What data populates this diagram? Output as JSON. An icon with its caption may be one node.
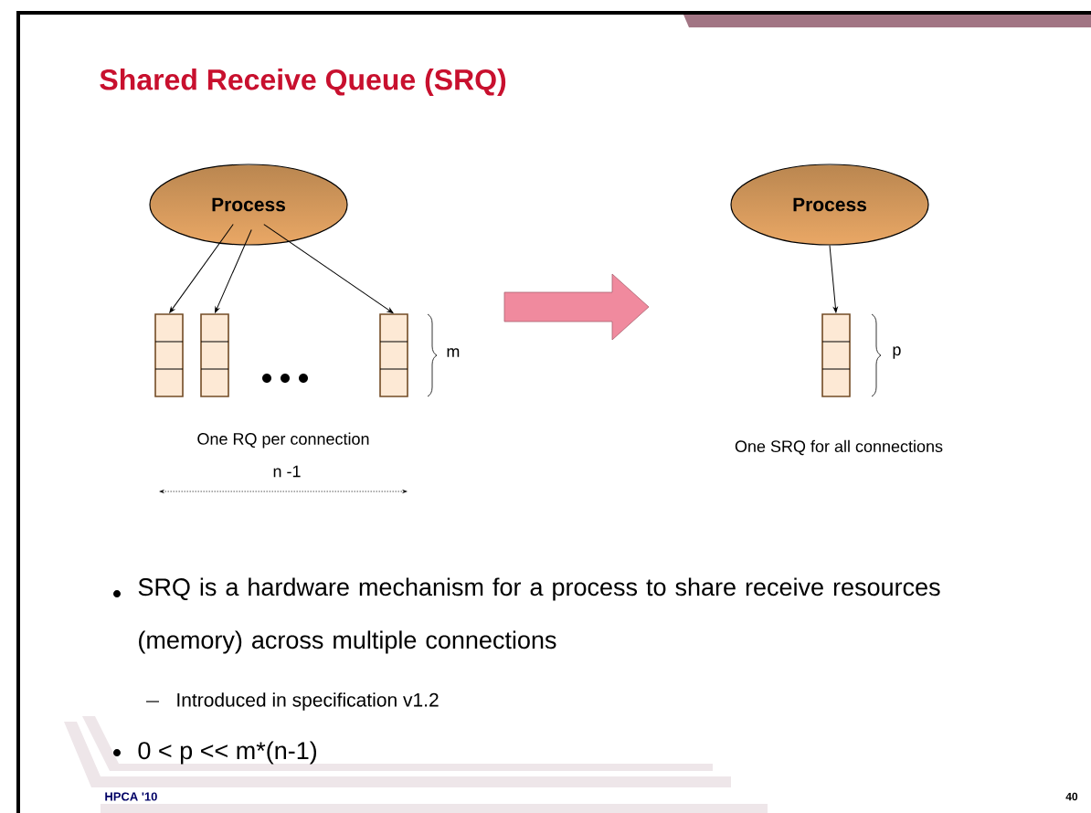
{
  "diagram": {
    "title": "Shared Receive Queue (SRQ)",
    "nodes": [
      {
        "text": [
          "Process"
        ]
      },
      {
        "text": [
          "Process"
        ]
      },
      {
        "text": [],
        "shape": "box"
      },
      {
        "text": [],
        "shape": "box"
      },
      {
        "text": [],
        "shape": "box"
      },
      {
        "text": [],
        "shape": "box"
      }
    ],
    "edges": [
      {
        "from": 0,
        "to": 2,
        "arrow": "to"
      },
      {
        "from": 0,
        "to": 3,
        "arrow": "to"
      },
      {
        "from": 0,
        "to": 4,
        "arrow": "to"
      },
      {
        "from": 1,
        "to": 5,
        "arrow": "to"
      }
    ],
    "labels": [
      "m",
      "One RQ per connection",
      "n -1",
      "p",
      "One SRQ for all connections",
      "SRQ is a hardware mechanism for a process to share receive resources (memory) across multiple connections",
      "Introduced in specification v1.2",
      "0 < p << m*(n-1)",
      "HPCA '10",
      "40"
    ]
  }
}
